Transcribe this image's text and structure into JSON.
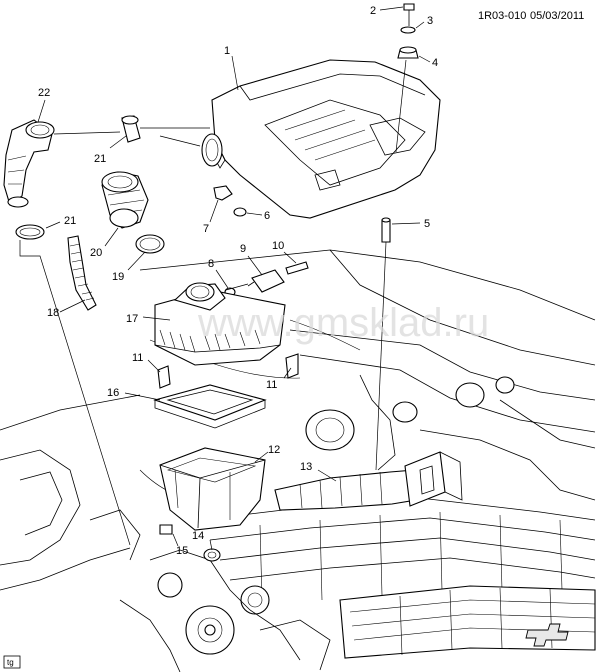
{
  "header": {
    "code": "1R03-010",
    "date": "05/03/2011"
  },
  "watermark": "www.gmsklad.ru",
  "tag": "tg",
  "callouts": {
    "c1": "1",
    "c2": "2",
    "c3": "3",
    "c4": "4",
    "c5": "5",
    "c6": "6",
    "c7": "7",
    "c8": "8",
    "c9": "9",
    "c10": "10",
    "c11a": "11",
    "c11b": "11",
    "c12": "12",
    "c13": "13",
    "c14": "14",
    "c15": "15",
    "c16": "16",
    "c17": "17",
    "c18": "18",
    "c19": "19",
    "c20": "20",
    "c21a": "21",
    "c21b": "21",
    "c22": "22"
  }
}
